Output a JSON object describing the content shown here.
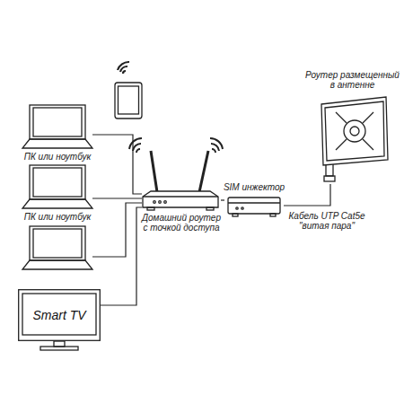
{
  "diagram": {
    "nodes": [
      {
        "text": [
          "ПК или ноутбук"
        ]
      },
      {
        "text": [
          "ПК или ноутбук"
        ]
      },
      {
        "text": [
          "Smart TV"
        ]
      },
      {
        "text": [
          "Домашний роутер с точкой доступа"
        ]
      },
      {
        "text": [
          "SIM инжектор"
        ]
      },
      {
        "text": [
          "Роутер размещенный в антенне"
        ]
      }
    ],
    "edges": [
      {
        "from": 0,
        "to": 3,
        "arrow": "none"
      },
      {
        "from": 1,
        "to": 3,
        "arrow": "none"
      },
      {
        "from": 2,
        "to": 3,
        "arrow": "none"
      },
      {
        "from": 3,
        "to": 4,
        "arrow": "none"
      },
      {
        "from": 4,
        "to": 5,
        "label": "Кабель UTP Cat5e \"витая пара\"",
        "arrow": "none"
      }
    ]
  }
}
